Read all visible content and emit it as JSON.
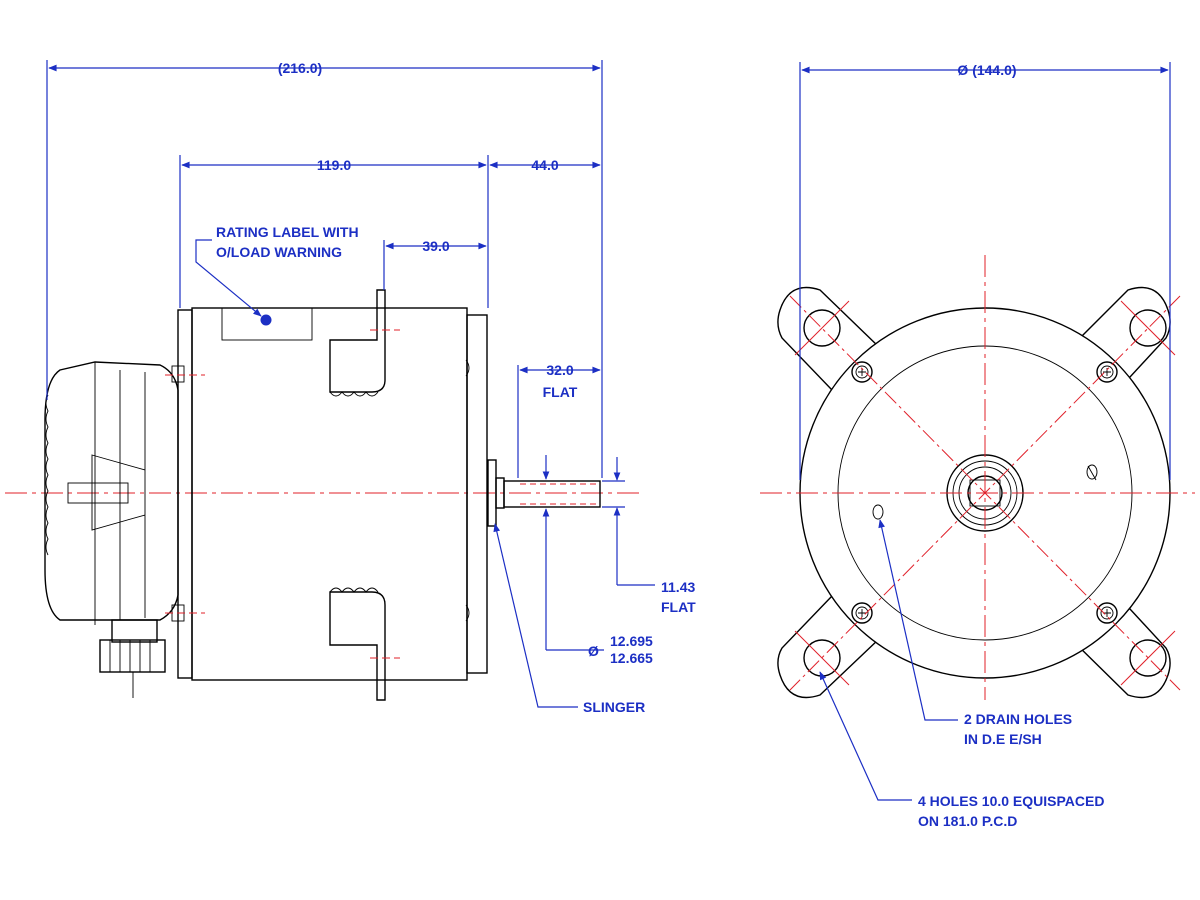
{
  "colors": {
    "dimension": "#1c2fc4",
    "centerline": "#e0202a",
    "outline": "#000000"
  },
  "side_view": {
    "overall_length": "(216.0)",
    "body_length": "119.0",
    "shaft_extension": "44.0",
    "bracket_offset": "39.0",
    "flat_length": "32.0",
    "flat_length_note": "FLAT",
    "flat_depth": "11.43",
    "flat_depth_note": "FLAT",
    "shaft_dia_symbol": "Ø",
    "shaft_dia_max": "12.695",
    "shaft_dia_min": "12.665",
    "rating_label_line1": "RATING LABEL WITH",
    "rating_label_line2": "O/LOAD WARNING",
    "slinger_label": "SLINGER"
  },
  "end_view": {
    "diameter": "Ø (144.0)",
    "drain_holes_line1": "2 DRAIN HOLES",
    "drain_holes_line2": "IN D.E  E/SH",
    "mount_holes_line1": "4 HOLES 10.0 EQUISPACED",
    "mount_holes_line2": "ON 181.0 P.C.D"
  }
}
